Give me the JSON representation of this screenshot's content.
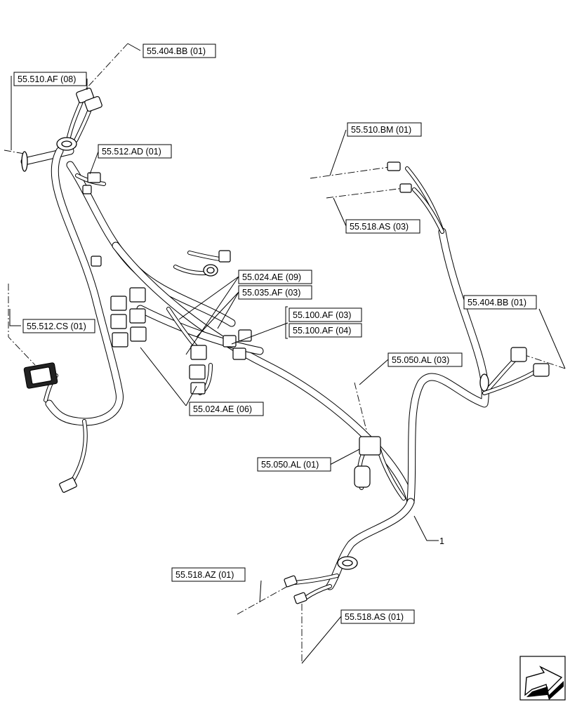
{
  "diagram": {
    "item_number": "1",
    "callouts": [
      {
        "id": "c1",
        "label": "55.404.BB (01)"
      },
      {
        "id": "c2",
        "label": "55.510.AF (08)"
      },
      {
        "id": "c3",
        "label": "55.512.AD (01)"
      },
      {
        "id": "c4",
        "label": "55.510.BM (01)"
      },
      {
        "id": "c5",
        "label": "55.518.AS (03)"
      },
      {
        "id": "c6",
        "label": "55.024.AE (09)"
      },
      {
        "id": "c7",
        "label": "55.035.AF (03)"
      },
      {
        "id": "c8",
        "label": "55.100.AF (03)"
      },
      {
        "id": "c9",
        "label": "55.100.AF (04)"
      },
      {
        "id": "c10",
        "label": "55.404.BB (01)"
      },
      {
        "id": "c11",
        "label": "55.512.CS (01)"
      },
      {
        "id": "c12",
        "label": "55.050.AL (03)"
      },
      {
        "id": "c13",
        "label": "55.024.AE (06)"
      },
      {
        "id": "c14",
        "label": "55.050.AL (01)"
      },
      {
        "id": "c15",
        "label": "55.518.AZ (01)"
      },
      {
        "id": "c16",
        "label": "55.518.AS (01)"
      }
    ],
    "nav_icon": "next-page-arrow-icon"
  }
}
